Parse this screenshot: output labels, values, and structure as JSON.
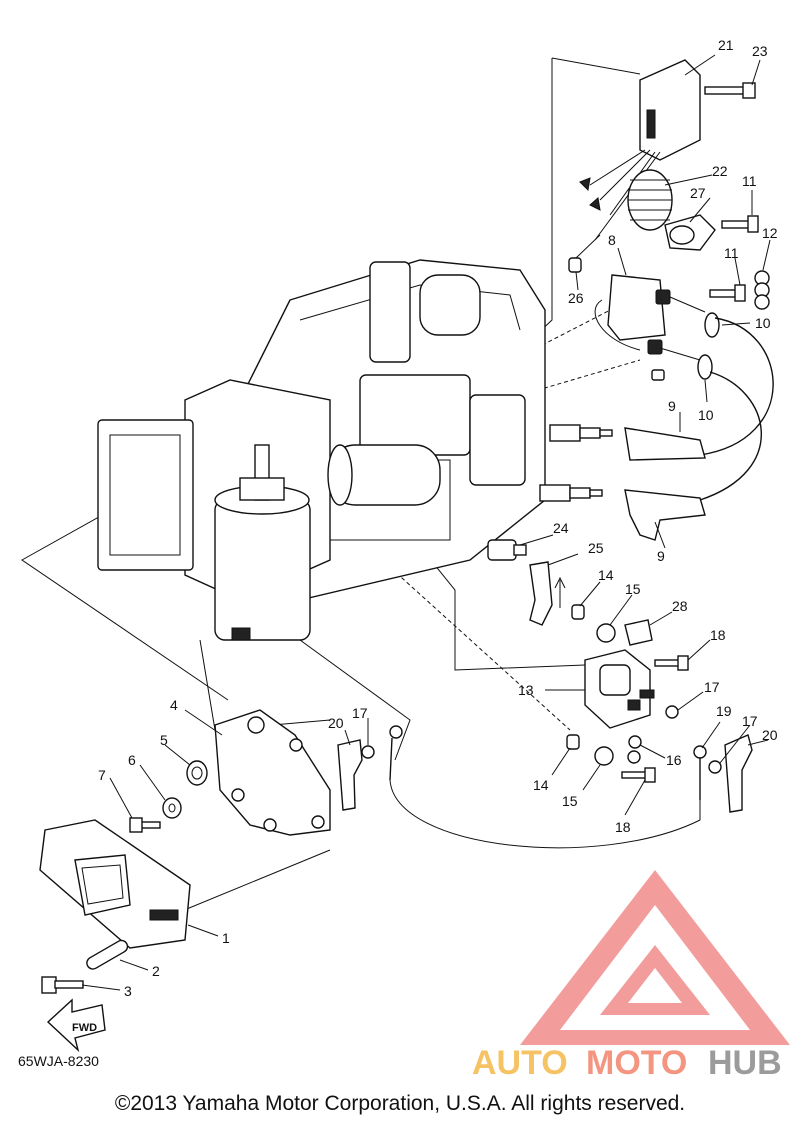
{
  "diagram_code": "65WJA-8230",
  "copyright": "©2013 Yamaha Motor Corporation, U.S.A. All rights reserved.",
  "fwd_label": "FWD",
  "watermark": {
    "text_auto": "AUTO",
    "text_moto": "MOTO",
    "text_hub": "HUB",
    "colors": {
      "auto": "#f5b94a",
      "moto": "#f2836b",
      "hub": "#8a8a8a",
      "triangle": "#f28b8b"
    }
  },
  "callouts": [
    {
      "key": "c21",
      "label": "21"
    },
    {
      "key": "c23",
      "label": "23"
    },
    {
      "key": "c22",
      "label": "22"
    },
    {
      "key": "c11a",
      "label": "11"
    },
    {
      "key": "c27",
      "label": "27"
    },
    {
      "key": "c8",
      "label": "8"
    },
    {
      "key": "c12",
      "label": "12"
    },
    {
      "key": "c11b",
      "label": "11"
    },
    {
      "key": "c26",
      "label": "26"
    },
    {
      "key": "c10a",
      "label": "10"
    },
    {
      "key": "c10b",
      "label": "10"
    },
    {
      "key": "c9a",
      "label": "9"
    },
    {
      "key": "c9b",
      "label": "9"
    },
    {
      "key": "c24",
      "label": "24"
    },
    {
      "key": "c25",
      "label": "25"
    },
    {
      "key": "c14a",
      "label": "14"
    },
    {
      "key": "c15a",
      "label": "15"
    },
    {
      "key": "c28",
      "label": "28"
    },
    {
      "key": "c18a",
      "label": "18"
    },
    {
      "key": "c13",
      "label": "13"
    },
    {
      "key": "c17a",
      "label": "17"
    },
    {
      "key": "c19",
      "label": "19"
    },
    {
      "key": "c17b",
      "label": "17"
    },
    {
      "key": "c20a",
      "label": "20"
    },
    {
      "key": "c16",
      "label": "16"
    },
    {
      "key": "c14b",
      "label": "14"
    },
    {
      "key": "c15b",
      "label": "15"
    },
    {
      "key": "c18b",
      "label": "18"
    },
    {
      "key": "c4",
      "label": "4"
    },
    {
      "key": "c20b",
      "label": "20"
    },
    {
      "key": "c17c",
      "label": "17"
    },
    {
      "key": "c5",
      "label": "5"
    },
    {
      "key": "c6",
      "label": "6"
    },
    {
      "key": "c7",
      "label": "7"
    },
    {
      "key": "c1",
      "label": "1"
    },
    {
      "key": "c2",
      "label": "2"
    },
    {
      "key": "c3",
      "label": "3"
    }
  ]
}
